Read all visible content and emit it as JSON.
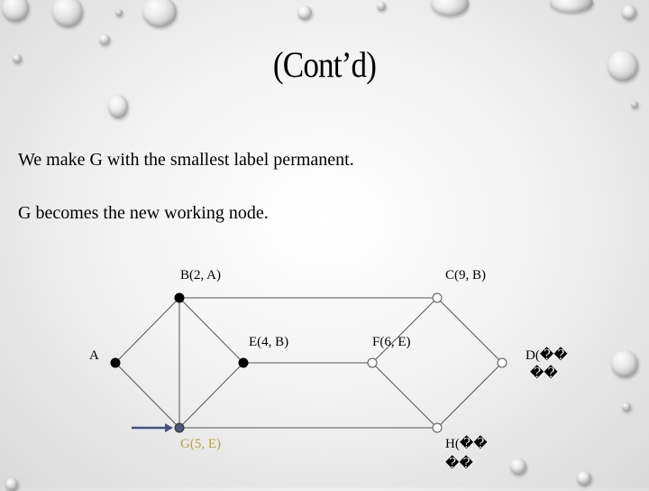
{
  "slide": {
    "title": "(Cont’d)",
    "line1": "We make G with the smallest label  permanent.",
    "line2": "G becomes the new working node."
  },
  "graph": {
    "labels": {
      "B": "B(2, A)",
      "C": "C(9, B)",
      "E": "E(4, B)",
      "F": "F(6, E)",
      "A": "A",
      "D1": "D(��",
      "D2": "��",
      "G": "G(5, E)",
      "H1": "H(��",
      "H2": "��"
    },
    "colors": {
      "permanent": "#000000",
      "tentative": "#ffffff",
      "working": "#4a5a78",
      "highlight_label": "#b5a23a",
      "arrow": "#3f5587"
    },
    "node_states": {
      "A": "permanent",
      "B": "permanent",
      "E": "permanent",
      "G": "working",
      "C": "tentative",
      "F": "tentative",
      "D": "tentative",
      "H": "tentative"
    }
  }
}
